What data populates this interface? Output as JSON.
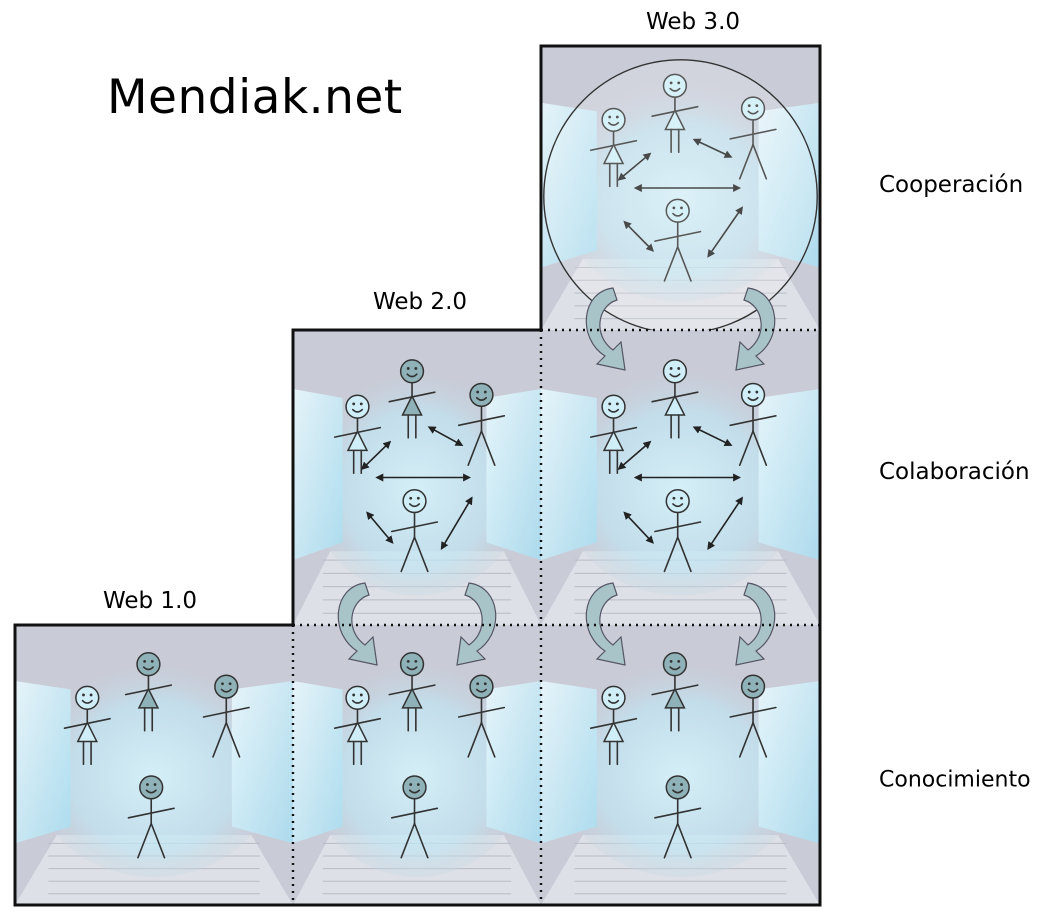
{
  "title": "Mendiak.net",
  "columns": [
    {
      "label": "Web 1.0"
    },
    {
      "label": "Web 2.0"
    },
    {
      "label": "Web 3.0"
    }
  ],
  "rows": [
    {
      "label": "Cooperación"
    },
    {
      "label": "Colaboración"
    },
    {
      "label": "Conocimiento"
    }
  ],
  "colors": {
    "person_light": "#cfeef8",
    "person_dark": "#8fb1b8",
    "tile_bg": "#c9cbd6",
    "glow": "#b6e3f2",
    "curved_arrow": "#a9c4c8"
  }
}
